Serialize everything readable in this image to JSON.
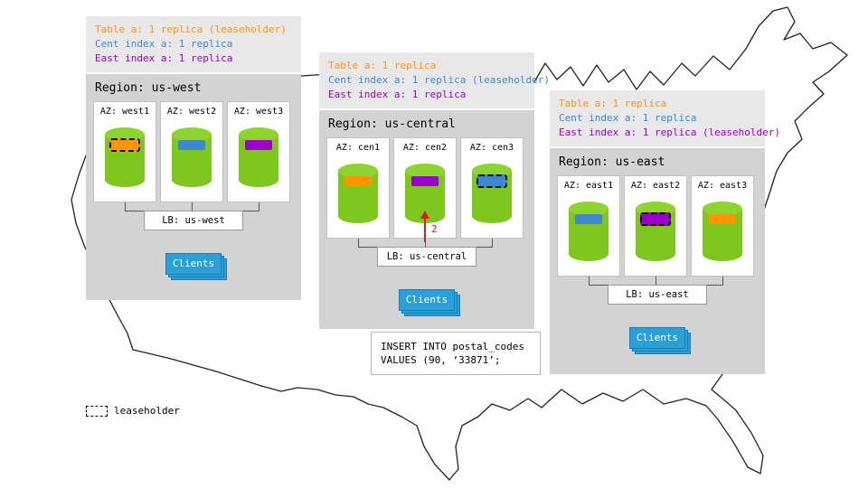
{
  "colors": {
    "orange": "#ff9500",
    "blue": "#3e87d3",
    "purple": "#9900cc",
    "green": "#7dc71f",
    "green_light": "#8ed42f",
    "red": "#e01b1b",
    "panel_gray": "#d3d3d3",
    "legend_gray": "#e8e8e8",
    "clients_blue": "#2a9fd8"
  },
  "regions": [
    {
      "id": "us-west",
      "title": "Region: us-west",
      "legend": [
        {
          "text": "Table a: 1 replica (leaseholder)",
          "color": "orange"
        },
        {
          "text": "Cent index a: 1 replica",
          "color": "blue"
        },
        {
          "text": "East index a: 1 replica",
          "color": "purple"
        }
      ],
      "azs": [
        {
          "label": "AZ: west1",
          "bar": "orange",
          "leaseholder": true
        },
        {
          "label": "AZ: west2",
          "bar": "blue",
          "leaseholder": false
        },
        {
          "label": "AZ: west3",
          "bar": "purple",
          "leaseholder": false
        }
      ],
      "lb_label": "LB: us-west",
      "clients_label": "Clients"
    },
    {
      "id": "us-central",
      "title": "Region: us-central",
      "legend": [
        {
          "text": "Table a: 1 replica",
          "color": "orange"
        },
        {
          "text": "Cent index a: 1 replica (leaseholder)",
          "color": "blue"
        },
        {
          "text": "East index a: 1 replica",
          "color": "purple"
        }
      ],
      "azs": [
        {
          "label": "AZ: cen1",
          "bar": "orange",
          "leaseholder": false
        },
        {
          "label": "AZ: cen2",
          "bar": "purple",
          "leaseholder": false
        },
        {
          "label": "AZ: cen3",
          "bar": "blue",
          "leaseholder": true
        }
      ],
      "lb_label": "LB: us-central",
      "clients_label": "Clients"
    },
    {
      "id": "us-east",
      "title": "Region: us-east",
      "legend": [
        {
          "text": "Table a: 1 replica",
          "color": "orange"
        },
        {
          "text": "Cent index a: 1 replica",
          "color": "blue"
        },
        {
          "text": "East index a: 1 replica (leaseholder)",
          "color": "purple"
        }
      ],
      "azs": [
        {
          "label": "AZ: east1",
          "bar": "blue",
          "leaseholder": false
        },
        {
          "label": "AZ: east2",
          "bar": "purple",
          "leaseholder": true
        },
        {
          "label": "AZ: east3",
          "bar": "orange",
          "leaseholder": false
        }
      ],
      "lb_label": "LB: us-east",
      "clients_label": "Clients"
    }
  ],
  "sql": {
    "line1": "INSERT INTO postal_codes",
    "line2": "VALUES (90, ‘33871’;"
  },
  "annotations": {
    "arrow_label": "2",
    "leaseholder_label": "leaseholder"
  }
}
